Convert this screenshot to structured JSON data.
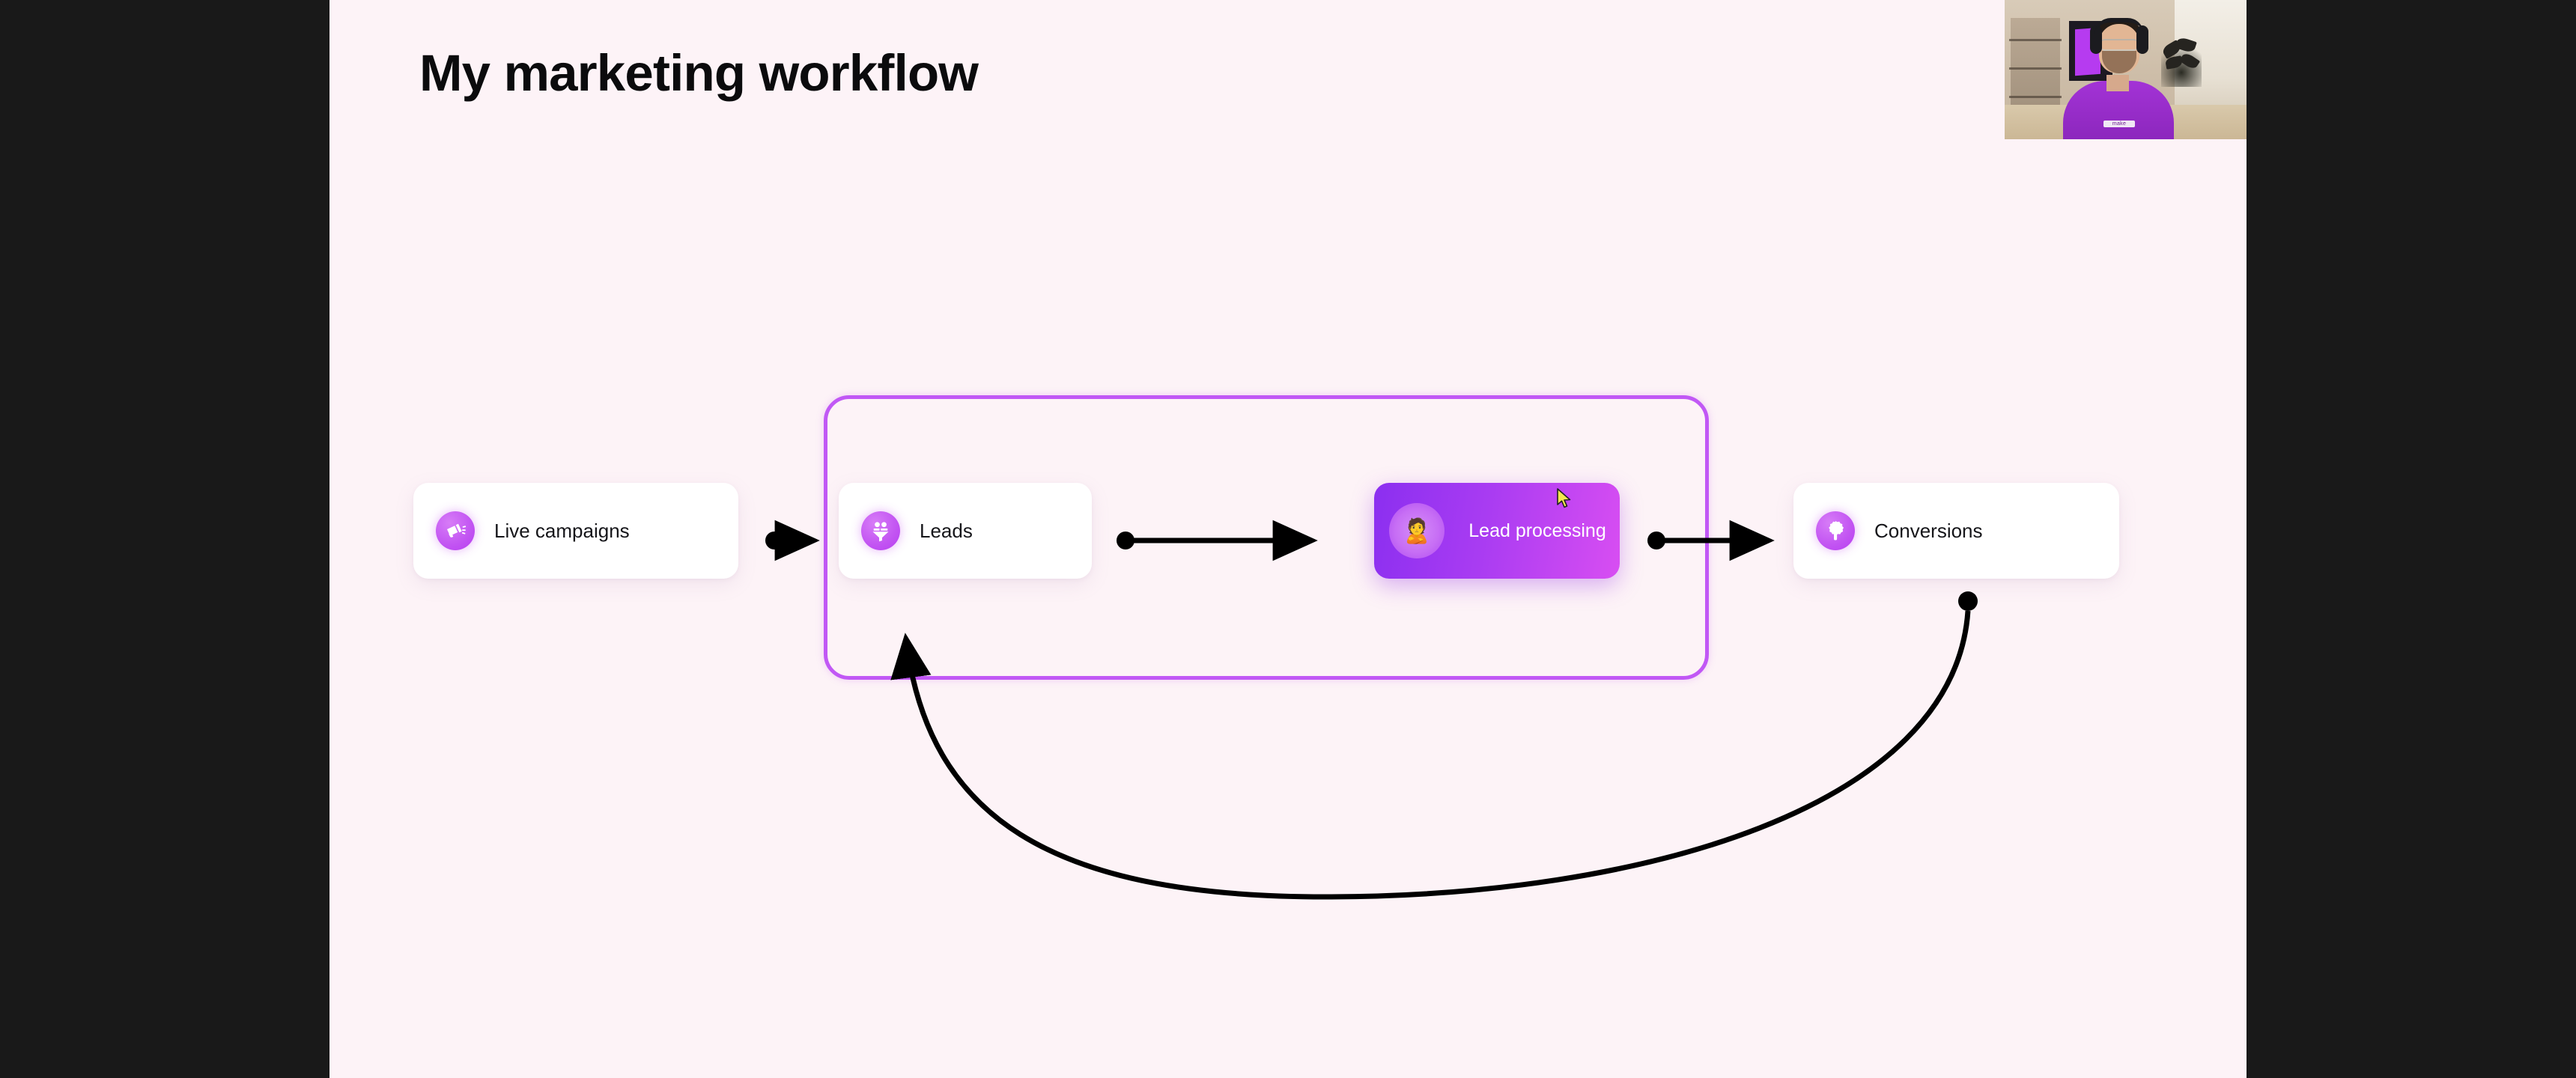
{
  "page": {
    "title": "My marketing workflow",
    "background_color": "#fdf3f7",
    "letterbox_color": "#191919"
  },
  "diagram": {
    "group": {
      "name": "highlighted-group",
      "border_color": "#c158f5"
    },
    "nodes": [
      {
        "id": "live-campaigns",
        "label": "Live campaigns",
        "icon": "megaphone-icon",
        "state": "default",
        "card_color": "#ffffff",
        "icon_color": "#c254f2",
        "label_color": "#16161a"
      },
      {
        "id": "leads",
        "label": "Leads",
        "icon": "lead-funnel-icon",
        "state": "default",
        "card_color": "#ffffff",
        "icon_color": "#c254f2",
        "label_color": "#16161a"
      },
      {
        "id": "lead-processing",
        "label": "Lead processing",
        "icon": "person-emoji-icon",
        "emoji": "🙎",
        "state": "selected",
        "card_gradient_from": "#8b2ff0",
        "card_gradient_to": "#d84ef2",
        "label_color": "#ffffff"
      },
      {
        "id": "conversions",
        "label": "Conversions",
        "icon": "gear-wrench-icon",
        "state": "default",
        "card_color": "#ffffff",
        "icon_color": "#c254f2",
        "label_color": "#16161a"
      }
    ],
    "connectors": [
      {
        "id": "live-campaigns-to-leads",
        "from": "live-campaigns",
        "to": "leads",
        "style": "straight-arrow",
        "color": "#000000"
      },
      {
        "id": "leads-to-lead-processing",
        "from": "leads",
        "to": "lead-processing",
        "style": "straight-arrow",
        "color": "#000000"
      },
      {
        "id": "lead-processing-to-conversions",
        "from": "lead-processing",
        "to": "conversions",
        "style": "straight-arrow",
        "color": "#000000"
      },
      {
        "id": "conversions-to-live-campaigns",
        "from": "conversions",
        "to": "live-campaigns",
        "style": "curved-feedback-arrow",
        "color": "#000000"
      }
    ]
  },
  "cursor": {
    "name": "mouse-pointer",
    "color": "#f2e84c"
  },
  "webcam": {
    "name": "presenter-webcam-overlay",
    "shirt_text": "make",
    "shirt_color": "#a333d6"
  }
}
